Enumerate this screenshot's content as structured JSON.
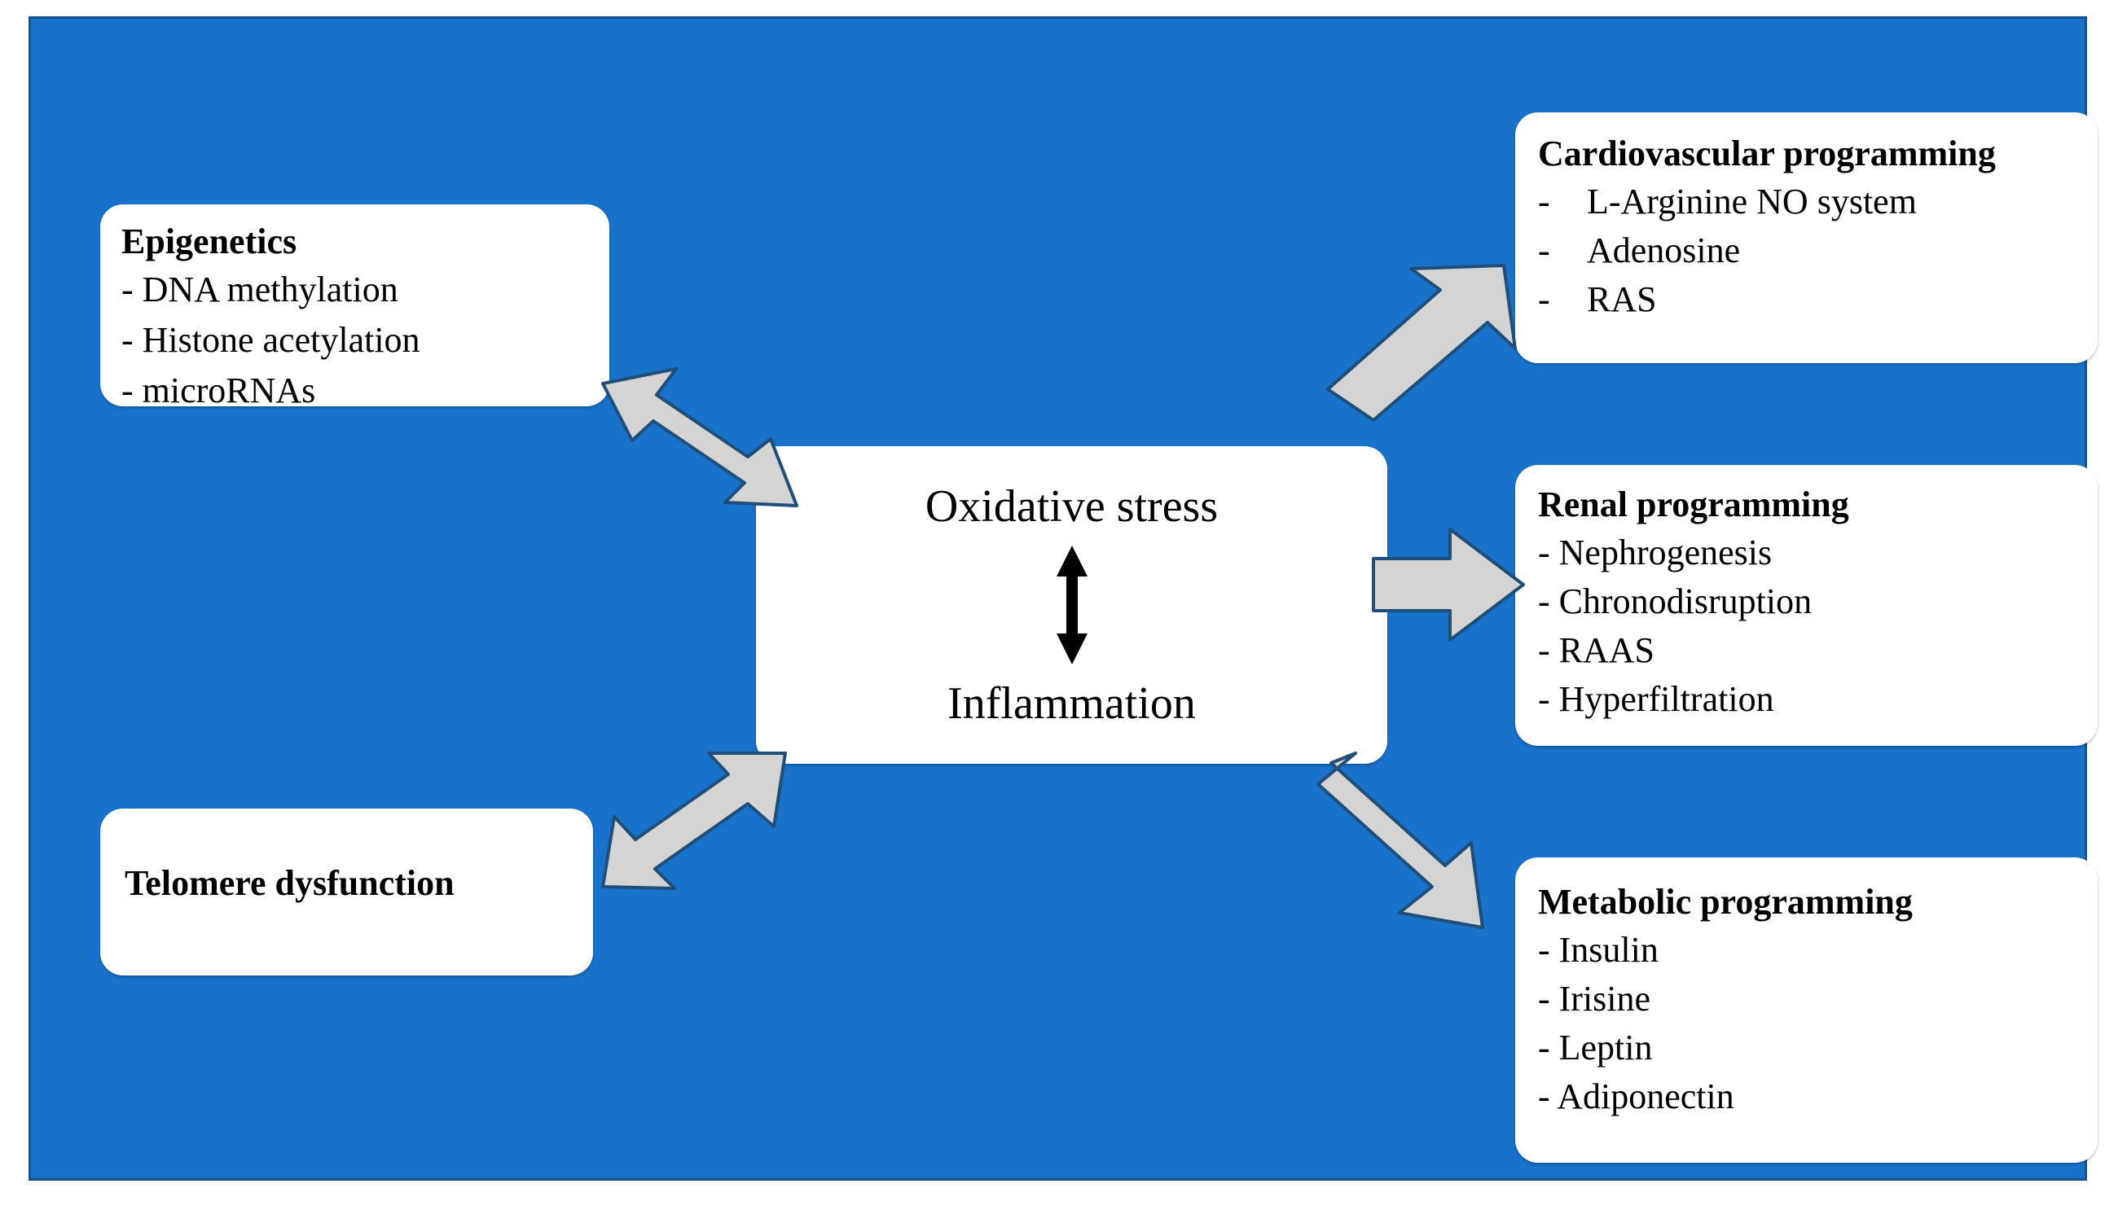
{
  "colors": {
    "panel_background": "#1872CA",
    "panel_border": "#14538f",
    "box_background": "#FFFFFF",
    "arrow_fill": "#D4D4D4",
    "arrow_stroke": "#1F4E79",
    "text": "#000000"
  },
  "boxes": {
    "epigenetics": {
      "title": "Epigenetics",
      "items": [
        "- DNA methylation",
        "- Histone acetylation",
        "- microRNAs"
      ]
    },
    "telomere": {
      "title": "Telomere dysfunction",
      "items": []
    },
    "center": {
      "top_label": "Oxidative stress",
      "bottom_label": "Inflammation"
    },
    "cardiovascular": {
      "title": "Cardiovascular programming",
      "items": [
        "L-Arginine NO system",
        "Adenosine",
        "RAS"
      ],
      "dash": "-"
    },
    "renal": {
      "title": "Renal programming",
      "items": [
        "- Nephrogenesis",
        "- Chronodisruption",
        "- RAAS",
        "- Hyperfiltration"
      ]
    },
    "metabolic": {
      "title": "Metabolic programming",
      "items": [
        "- Insulin",
        "- Irisine",
        "- Leptin",
        "- Adiponectin"
      ]
    }
  },
  "arrows": {
    "epigenetics_link": "double-headed-diagonal-arrow-nw-se",
    "telomere_link": "double-headed-diagonal-arrow-sw-ne",
    "center_internal": "double-headed-vertical-arrow",
    "to_cardiovascular": "arrow-up-right",
    "to_renal": "arrow-right",
    "to_metabolic": "arrow-down-right"
  }
}
